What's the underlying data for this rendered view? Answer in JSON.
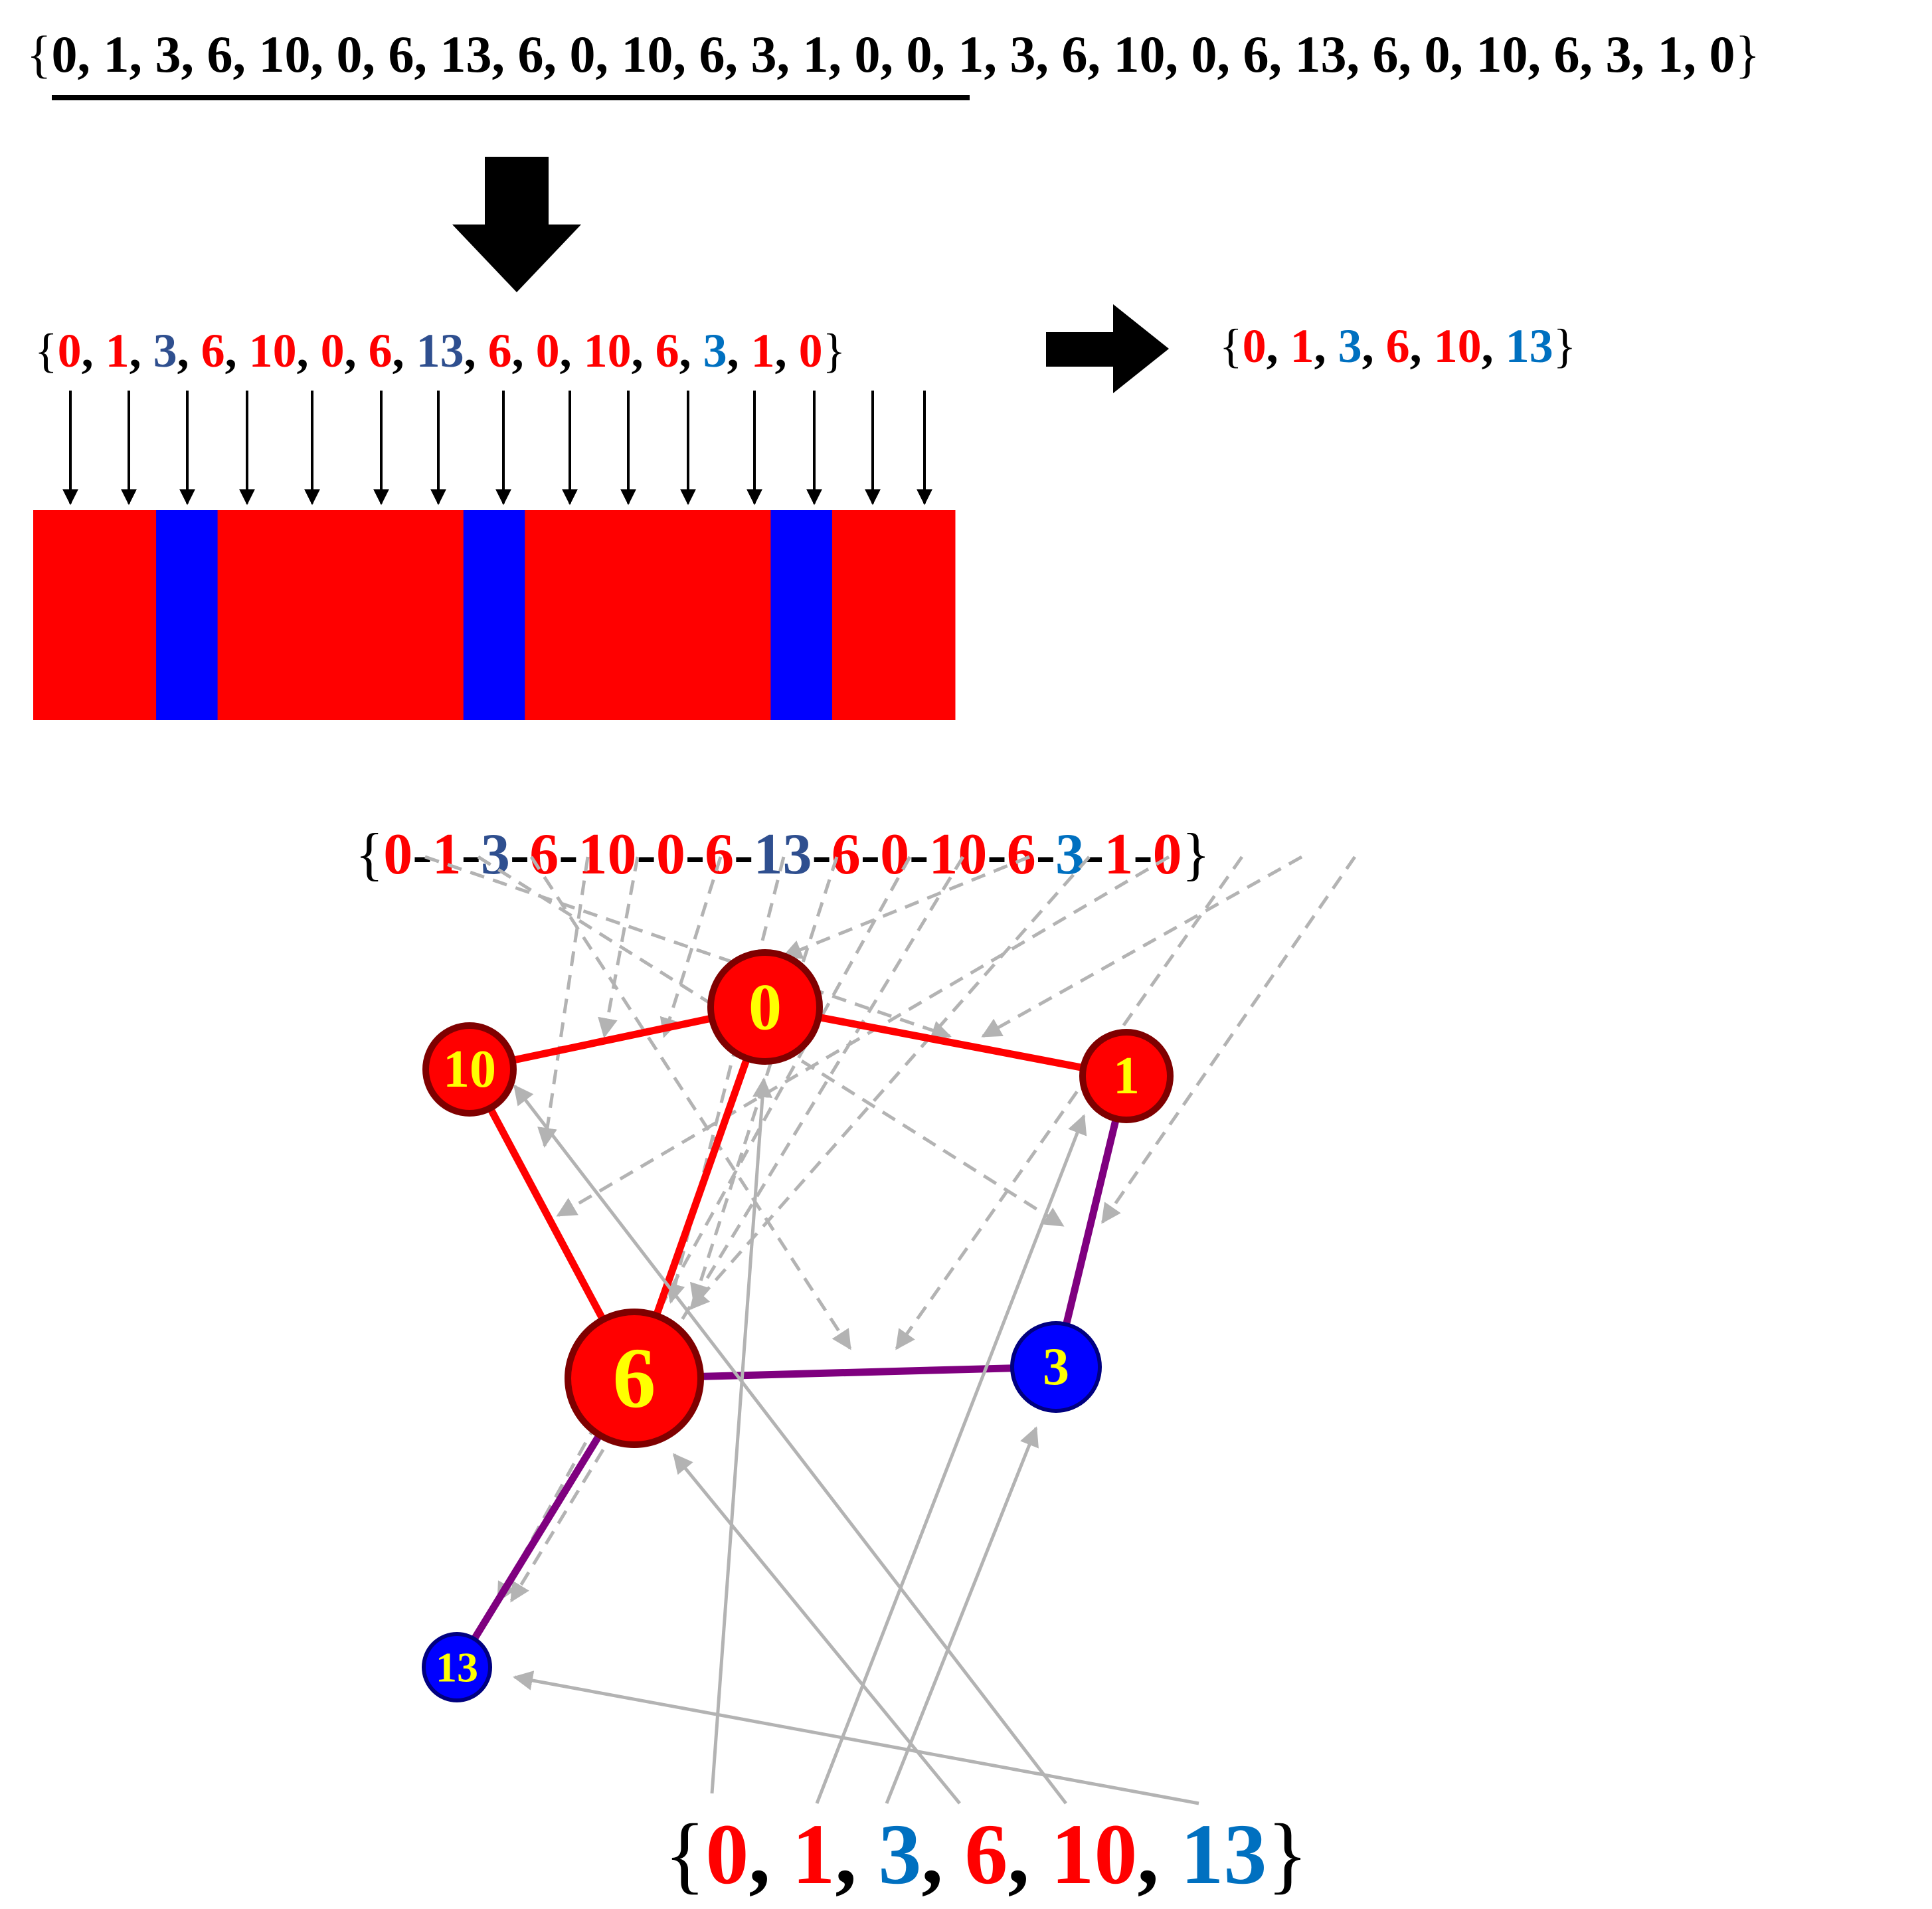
{
  "colors": {
    "red": "#ff0000",
    "blue": "#0000ff",
    "dark_blue": "#2f4f8f",
    "light_blue": "#0070c0",
    "black": "#000000",
    "purple": "#7f007f",
    "node_outline": "#7f0000",
    "node_text": "#ffff00",
    "gray_arrow": "#b3b3b3"
  },
  "full_sequence": {
    "open": "{",
    "close": "}",
    "underlined_part": "0, 1, 3, 6, 10, 0, 6, 13, 6, 0, 10, 6, 3, 1, 0,",
    "rest_part": " 0, 1, 3, 6, 10, 0, 6, 13, 6, 0, 10, 6, 3, 1, 0"
  },
  "period_sequence": {
    "open": "{",
    "close": "}",
    "separator": ", ",
    "items": [
      {
        "text": "0",
        "cls": "red"
      },
      {
        "text": "1",
        "cls": "red"
      },
      {
        "text": "3",
        "cls": "dark_blue"
      },
      {
        "text": "6",
        "cls": "red"
      },
      {
        "text": "10",
        "cls": "red"
      },
      {
        "text": "0",
        "cls": "red"
      },
      {
        "text": "6",
        "cls": "red"
      },
      {
        "text": "13",
        "cls": "dark_blue"
      },
      {
        "text": "6",
        "cls": "red"
      },
      {
        "text": "0",
        "cls": "red"
      },
      {
        "text": "10",
        "cls": "red"
      },
      {
        "text": "6",
        "cls": "red"
      },
      {
        "text": "3",
        "cls": "light_blue"
      },
      {
        "text": "1",
        "cls": "red"
      },
      {
        "text": "0",
        "cls": "red"
      }
    ]
  },
  "unique_set": {
    "open": "{",
    "close": "}",
    "separator": ", ",
    "items": [
      {
        "text": "0",
        "cls": "red"
      },
      {
        "text": "1",
        "cls": "red"
      },
      {
        "text": "3",
        "cls": "light_blue"
      },
      {
        "text": "6",
        "cls": "red"
      },
      {
        "text": "10",
        "cls": "red"
      },
      {
        "text": "13",
        "cls": "light_blue"
      }
    ]
  },
  "color_bar": [
    "red",
    "red",
    "blue",
    "red",
    "red",
    "red",
    "red",
    "blue",
    "red",
    "red",
    "red",
    "red",
    "blue",
    "red",
    "red"
  ],
  "path_sequence": {
    "open": "{",
    "close": "}",
    "separator": "-",
    "items": [
      {
        "text": "0",
        "cls": "red"
      },
      {
        "text": "1",
        "cls": "red"
      },
      {
        "text": "3",
        "cls": "dark_blue"
      },
      {
        "text": "6",
        "cls": "red"
      },
      {
        "text": "10",
        "cls": "red"
      },
      {
        "text": "0",
        "cls": "red"
      },
      {
        "text": "6",
        "cls": "red"
      },
      {
        "text": "13",
        "cls": "dark_blue"
      },
      {
        "text": "6",
        "cls": "red"
      },
      {
        "text": "0",
        "cls": "red"
      },
      {
        "text": "10",
        "cls": "red"
      },
      {
        "text": "6",
        "cls": "red"
      },
      {
        "text": "3",
        "cls": "light_blue"
      },
      {
        "text": "1",
        "cls": "red"
      },
      {
        "text": "0",
        "cls": "red"
      }
    ]
  },
  "graph": {
    "nodes": [
      {
        "id": "0",
        "label": "0",
        "fill": "red"
      },
      {
        "id": "10",
        "label": "10",
        "fill": "red"
      },
      {
        "id": "1",
        "label": "1",
        "fill": "red"
      },
      {
        "id": "6",
        "label": "6",
        "fill": "red"
      },
      {
        "id": "3",
        "label": "3",
        "fill": "blue"
      },
      {
        "id": "13",
        "label": "13",
        "fill": "blue"
      }
    ],
    "edges": [
      {
        "from": "10",
        "to": "0",
        "color": "red"
      },
      {
        "from": "0",
        "to": "1",
        "color": "red"
      },
      {
        "from": "0",
        "to": "6",
        "color": "red"
      },
      {
        "from": "10",
        "to": "6",
        "color": "red"
      },
      {
        "from": "1",
        "to": "3",
        "color": "purple"
      },
      {
        "from": "6",
        "to": "3",
        "color": "purple"
      },
      {
        "from": "6",
        "to": "13",
        "color": "purple"
      }
    ]
  },
  "bottom_set": {
    "open": "{",
    "close": "}",
    "separator": ", ",
    "items": [
      {
        "text": "0",
        "cls": "red"
      },
      {
        "text": "1",
        "cls": "red"
      },
      {
        "text": "3",
        "cls": "light_blue"
      },
      {
        "text": "6",
        "cls": "red"
      },
      {
        "text": "10",
        "cls": "red"
      },
      {
        "text": "13",
        "cls": "light_blue"
      }
    ]
  }
}
